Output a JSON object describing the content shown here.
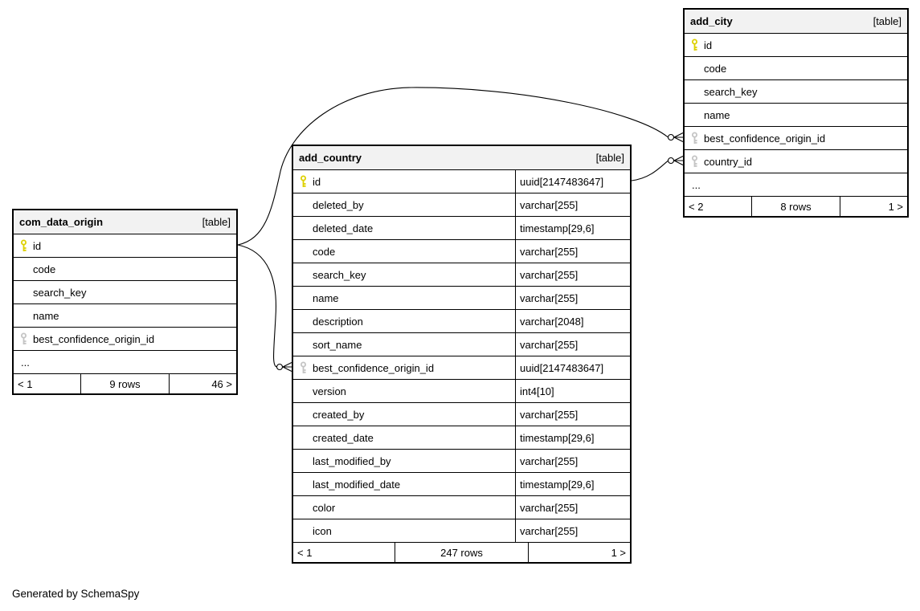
{
  "footer_note": "Generated by SchemaSpy",
  "colors": {
    "primary_key": "#ddd000",
    "foreign_key": "#c4c4c4",
    "header_bg": "#f2f2f2",
    "border": "#000000"
  },
  "tables": [
    {
      "id": "com_data_origin",
      "title": "com_data_origin",
      "tag": "[table]",
      "columns": [
        {
          "name": "id",
          "key": "pk"
        },
        {
          "name": "code",
          "key": ""
        },
        {
          "name": "search_key",
          "key": ""
        },
        {
          "name": "name",
          "key": ""
        },
        {
          "name": "best_confidence_origin_id",
          "key": "fk"
        },
        {
          "name": "...",
          "key": ""
        }
      ],
      "footer": {
        "left": "< 1",
        "center": "9 rows",
        "right": "46 >"
      }
    },
    {
      "id": "add_country",
      "title": "add_country",
      "tag": "[table]",
      "columns": [
        {
          "name": "id",
          "type": "uuid[2147483647]",
          "key": "pk"
        },
        {
          "name": "deleted_by",
          "type": "varchar[255]",
          "key": ""
        },
        {
          "name": "deleted_date",
          "type": "timestamp[29,6]",
          "key": ""
        },
        {
          "name": "code",
          "type": "varchar[255]",
          "key": ""
        },
        {
          "name": "search_key",
          "type": "varchar[255]",
          "key": ""
        },
        {
          "name": "name",
          "type": "varchar[255]",
          "key": ""
        },
        {
          "name": "description",
          "type": "varchar[2048]",
          "key": ""
        },
        {
          "name": "sort_name",
          "type": "varchar[255]",
          "key": ""
        },
        {
          "name": "best_confidence_origin_id",
          "type": "uuid[2147483647]",
          "key": "fk"
        },
        {
          "name": "version",
          "type": "int4[10]",
          "key": ""
        },
        {
          "name": "created_by",
          "type": "varchar[255]",
          "key": ""
        },
        {
          "name": "created_date",
          "type": "timestamp[29,6]",
          "key": ""
        },
        {
          "name": "last_modified_by",
          "type": "varchar[255]",
          "key": ""
        },
        {
          "name": "last_modified_date",
          "type": "timestamp[29,6]",
          "key": ""
        },
        {
          "name": "color",
          "type": "varchar[255]",
          "key": ""
        },
        {
          "name": "icon",
          "type": "varchar[255]",
          "key": ""
        }
      ],
      "footer": {
        "left": "< 1",
        "center": "247 rows",
        "right": "1 >"
      }
    },
    {
      "id": "add_city",
      "title": "add_city",
      "tag": "[table]",
      "columns": [
        {
          "name": "id",
          "key": "pk"
        },
        {
          "name": "code",
          "key": ""
        },
        {
          "name": "search_key",
          "key": ""
        },
        {
          "name": "name",
          "key": ""
        },
        {
          "name": "best_confidence_origin_id",
          "key": "fk"
        },
        {
          "name": "country_id",
          "key": "fk"
        },
        {
          "name": "...",
          "key": ""
        }
      ],
      "footer": {
        "left": "< 2",
        "center": "8 rows",
        "right": "1 >"
      }
    }
  ],
  "relationships": [
    {
      "from": "com_data_origin.id",
      "to": "add_country.best_confidence_origin_id"
    },
    {
      "from": "com_data_origin.id",
      "to": "add_city.best_confidence_origin_id"
    },
    {
      "from": "add_country.id",
      "to": "add_city.country_id"
    }
  ]
}
